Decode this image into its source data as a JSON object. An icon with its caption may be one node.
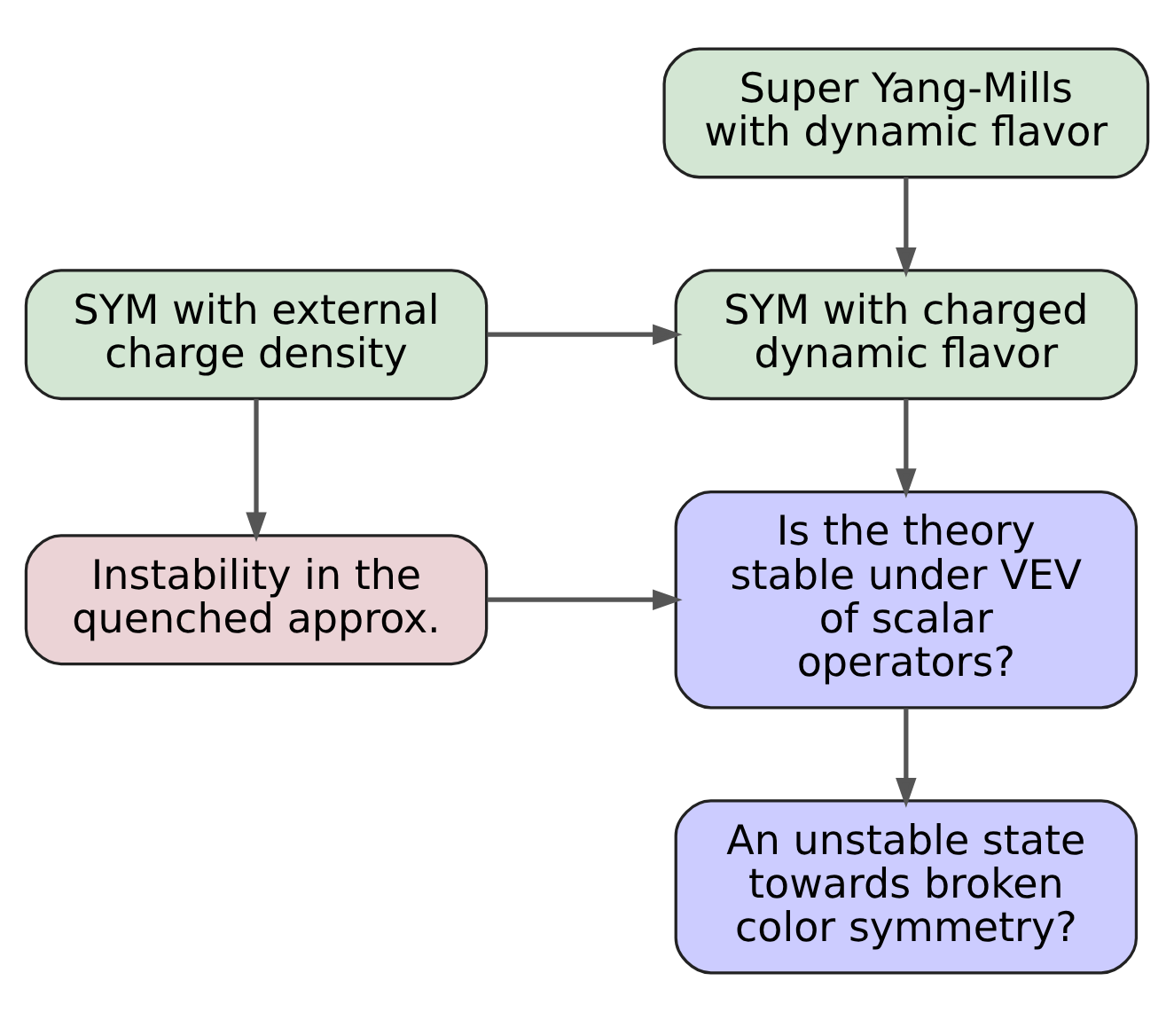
{
  "diagram": {
    "nodes": [
      {
        "text": [
          "Super Yang-Mills with dynamic flavor"
        ]
      },
      {
        "text": [
          "SYM with external charge density"
        ]
      },
      {
        "text": [
          "SYM with charged dynamic flavor"
        ]
      },
      {
        "text": [
          "Instability in the quenched approx."
        ]
      },
      {
        "text": [
          "Is the theory stable under VEV of scalar operators?"
        ]
      },
      {
        "text": [
          "An unstable state towards broken color symmetry?"
        ]
      }
    ],
    "edges": [
      {
        "from": 0,
        "to": 2,
        "arrow": "to"
      },
      {
        "from": 1,
        "to": 2,
        "arrow": "to"
      },
      {
        "from": 1,
        "to": 3,
        "arrow": "to"
      },
      {
        "from": 2,
        "to": 4,
        "arrow": "to"
      },
      {
        "from": 3,
        "to": 4,
        "arrow": "to"
      },
      {
        "from": 4,
        "to": 5,
        "arrow": "to"
      }
    ]
  }
}
